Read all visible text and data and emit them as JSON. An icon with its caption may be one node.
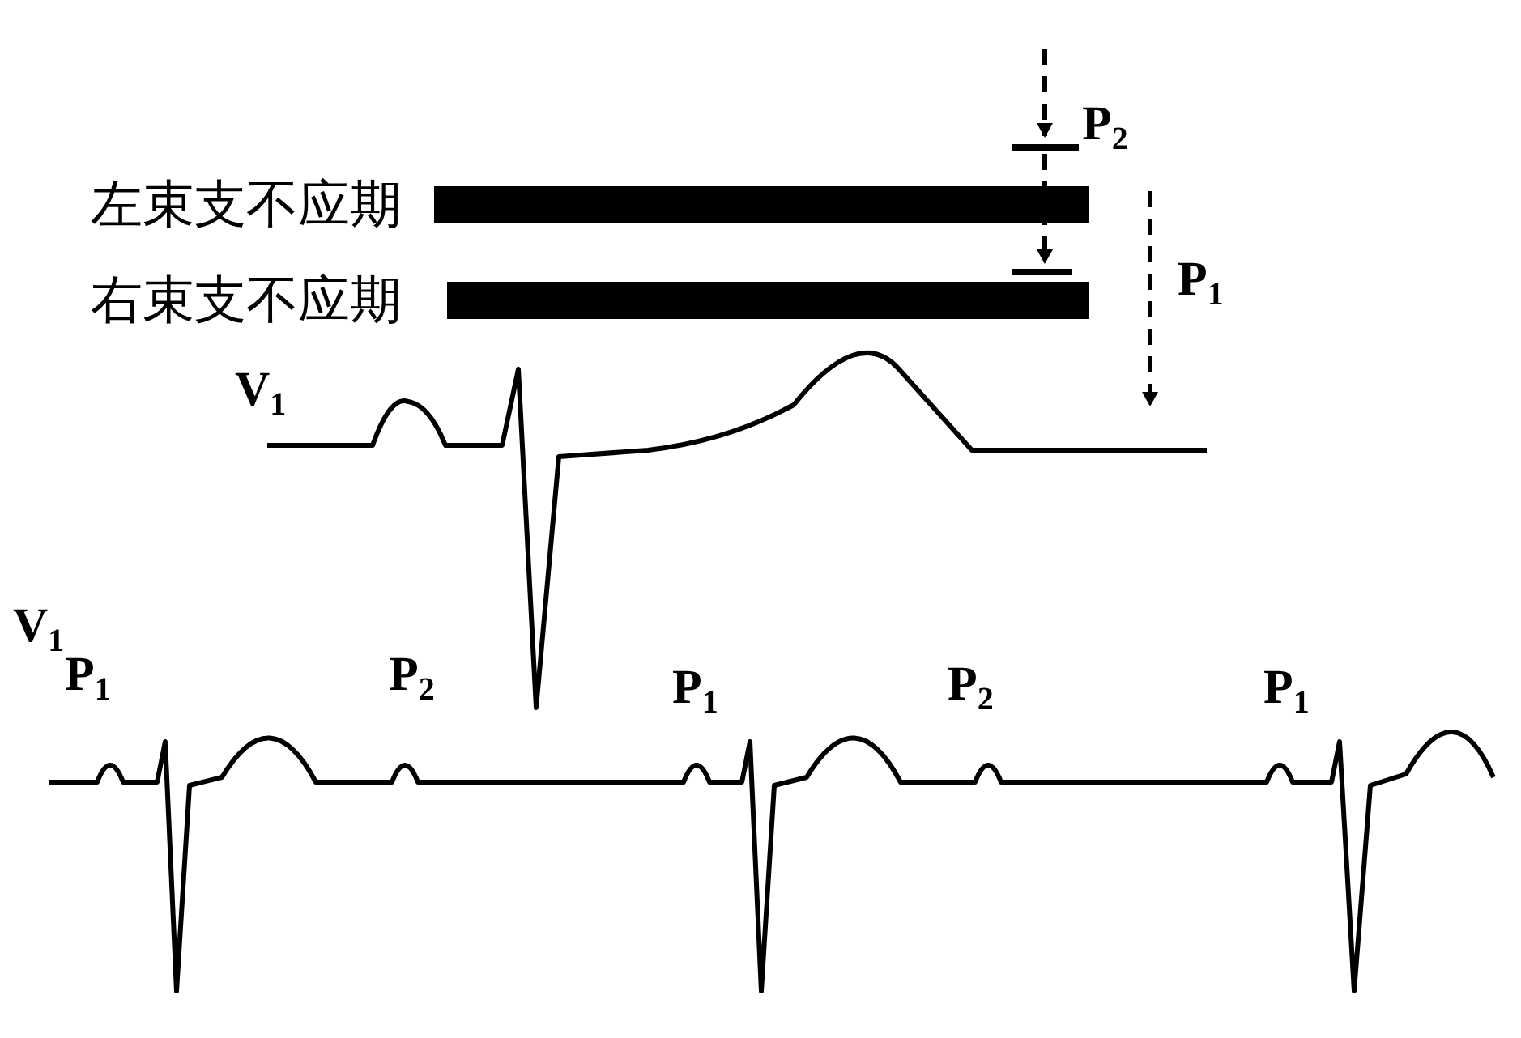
{
  "diagram": {
    "nodes": [
      {
        "text": [
          "左束支不应期"
        ]
      },
      {
        "text": [
          "右束支不应期"
        ]
      }
    ],
    "labels": [
      "P$_{2}$",
      "P$_{1}$",
      "V$_{1}$",
      "V$_{1}$",
      "P$_{1}$",
      "P$_{2}$",
      "P$_{1}$",
      "P$_{2}$",
      "P$_{1}$"
    ]
  }
}
